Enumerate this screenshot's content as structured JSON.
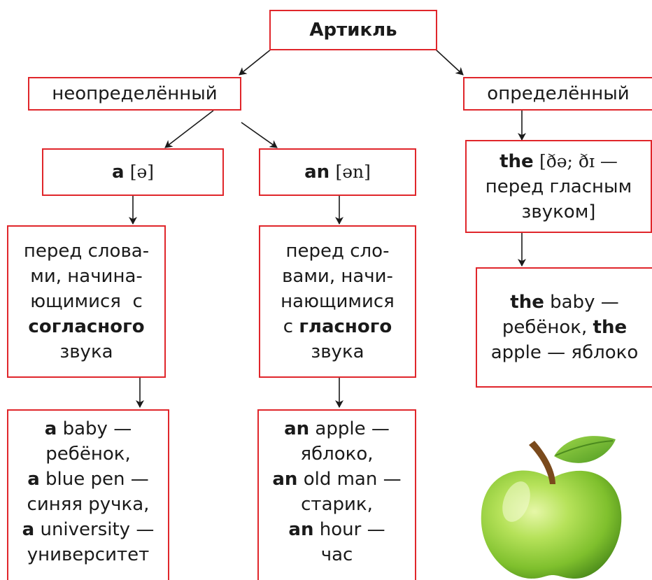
{
  "root": {
    "label": "Артикль"
  },
  "indefinite": {
    "label": "неопределённый",
    "a": {
      "word": "a",
      "ipa": "[ə]",
      "rule": [
        "перед слова-",
        "ми, начина-",
        "ющимися  с"
      ],
      "rule_bold": "согласного",
      "rule_end": "звука",
      "examples": [
        {
          "art": "a",
          "text": " baby —"
        },
        {
          "art": "",
          "text": "ребёнок,"
        },
        {
          "art": "a",
          "text": " blue pen —"
        },
        {
          "art": "",
          "text": "синяя ручка,"
        },
        {
          "art": "a",
          "text": " university —"
        },
        {
          "art": "",
          "text": "университет"
        }
      ]
    },
    "an": {
      "word": "an",
      "ipa": "[ən]",
      "rule": [
        "перед сло-",
        "вами, начи-",
        "нающимися"
      ],
      "rule_prefix": "с ",
      "rule_bold": "гласного",
      "rule_end": "звука",
      "examples": [
        {
          "art": "an",
          "text": " apple —"
        },
        {
          "art": "",
          "text": "яблоко,"
        },
        {
          "art": "an",
          "text": " old man —"
        },
        {
          "art": "",
          "text": "старик,"
        },
        {
          "art": "an",
          "text": " hour —"
        },
        {
          "art": "",
          "text": "час"
        }
      ]
    }
  },
  "definite": {
    "label": "определённый",
    "the": {
      "word": "the",
      "ipa": "[ðə; ðɪ —",
      "line2": "перед гласным",
      "line3": "звуком]"
    },
    "examples": {
      "art1": "the",
      "text1": " baby —",
      "text2": "ребёнок, ",
      "art2": "the",
      "text3": "apple — яблоко"
    }
  },
  "colors": {
    "border": "#e0262b",
    "arrow": "#1a1a1a",
    "apple": "#8ccf3a",
    "leaf": "#6fb832"
  }
}
